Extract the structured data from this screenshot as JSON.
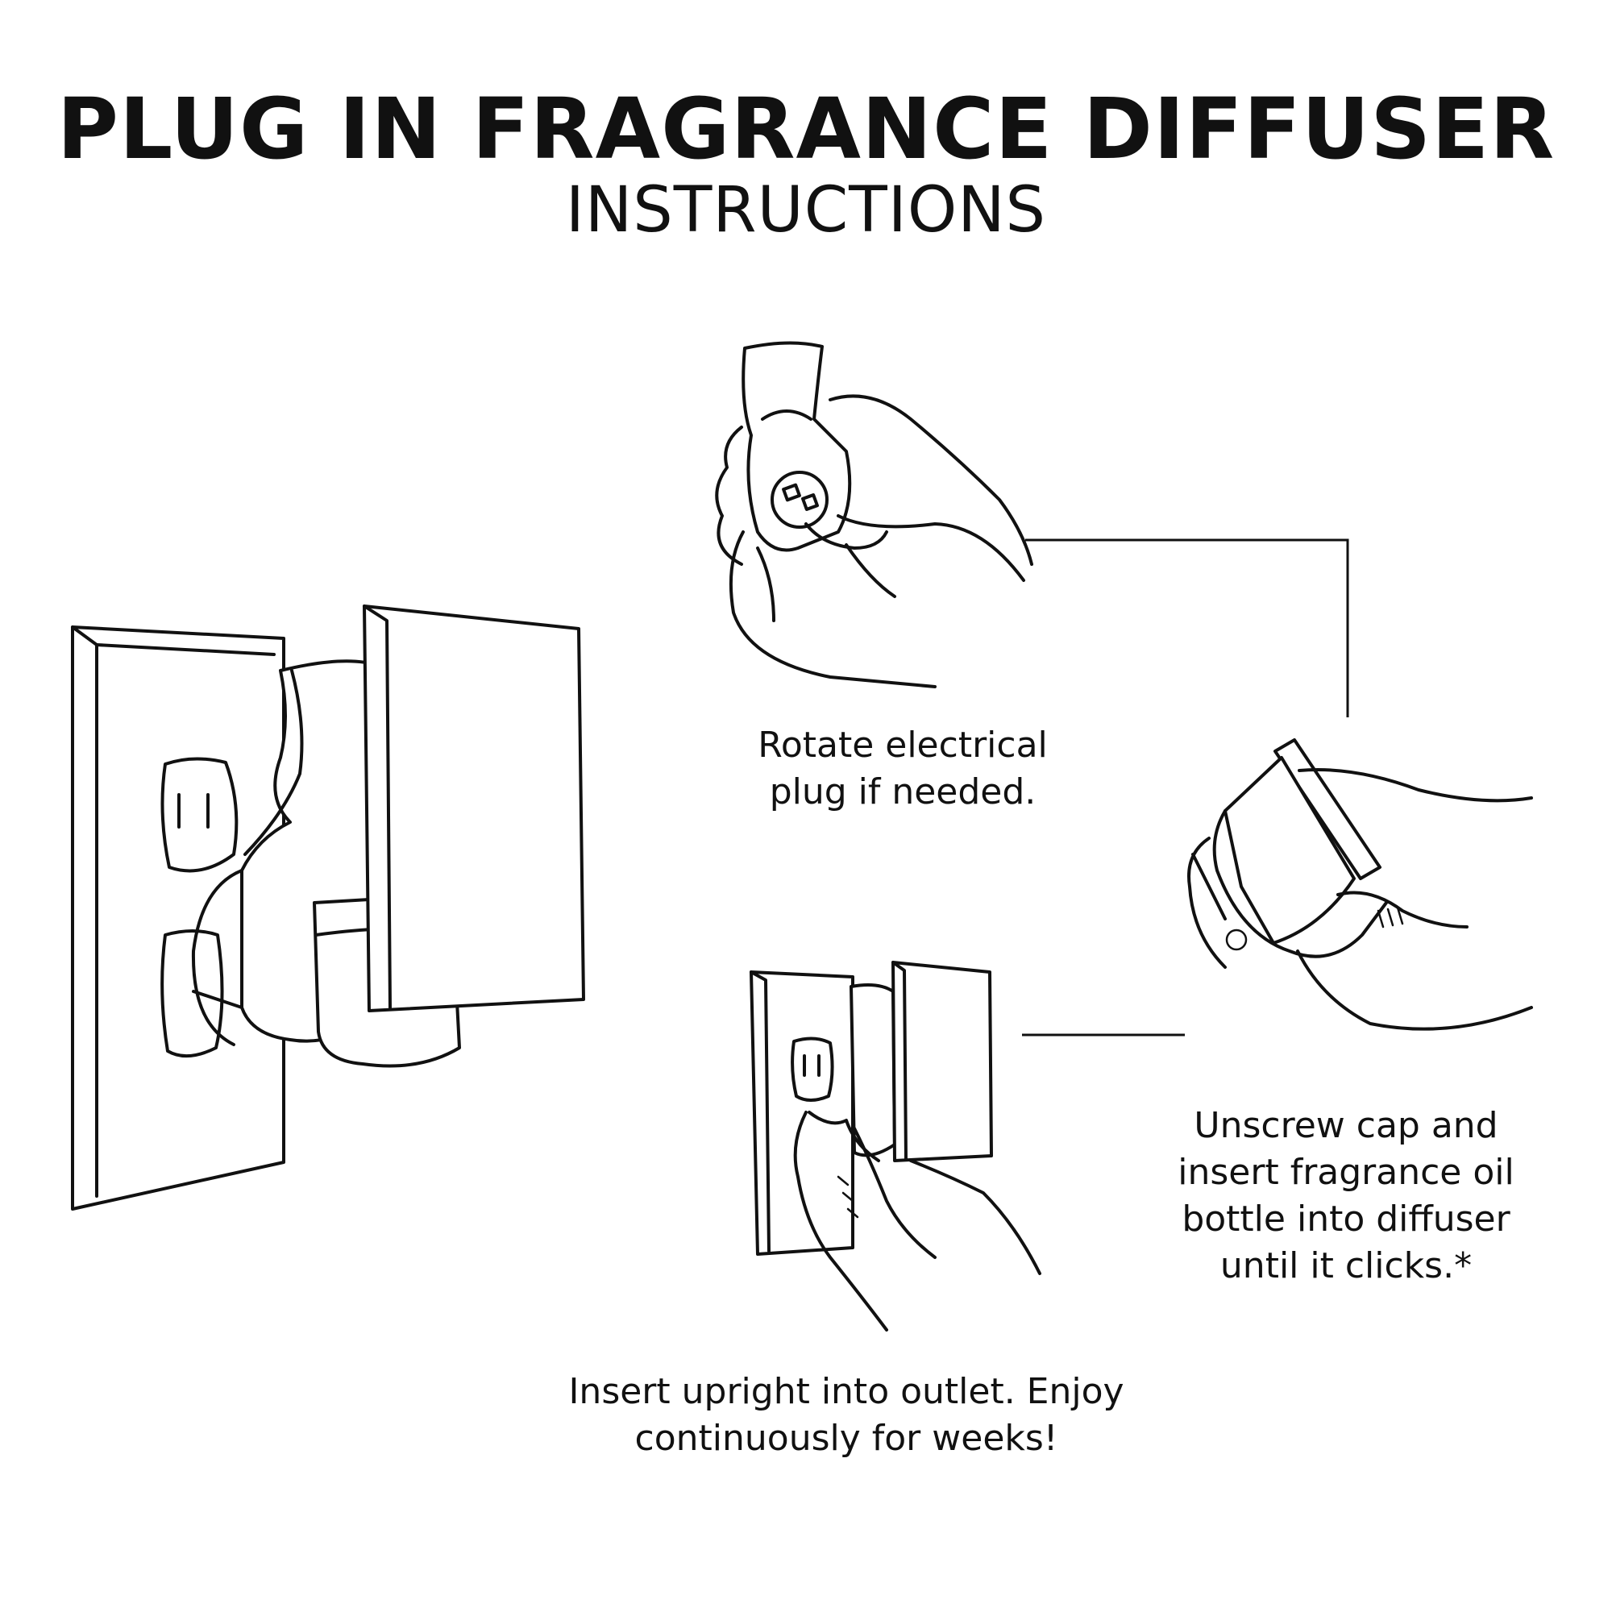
{
  "header": {
    "title": "PLUG IN FRAGRANCE DIFFUSER",
    "subtitle": "INSTRUCTIONS"
  },
  "steps": [
    {
      "lines": [
        "Rotate electrical",
        "plug if needed."
      ],
      "illustration": "hands-rotating-plug"
    },
    {
      "lines": [
        "Unscrew cap and",
        "insert fragrance oil",
        "bottle into diffuser",
        "until it clicks.*"
      ],
      "illustration": "hands-inserting-bottle"
    },
    {
      "lines": [
        "Insert upright into outlet. Enjoy",
        "continuously for weeks!"
      ],
      "illustration": "hand-inserting-into-outlet"
    }
  ],
  "colors": {
    "ink": "#111111",
    "background": "#ffffff"
  }
}
